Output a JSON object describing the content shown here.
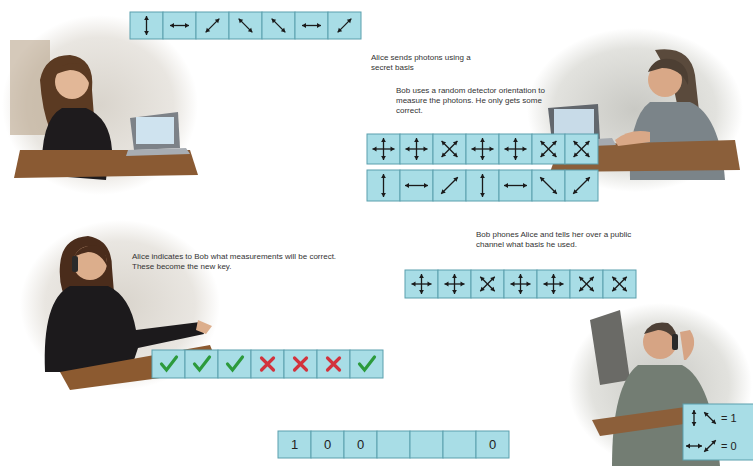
{
  "diagram": {
    "nodes": [
      {
        "text": [
          "1"
        ]
      },
      {
        "text": [
          "0"
        ]
      },
      {
        "text": [
          "0"
        ]
      },
      {
        "text": [
          "0"
        ]
      },
      {
        "text": [
          "= 1",
          "= 0"
        ]
      }
    ],
    "labels": [
      "Alice sends photons using a secret basis",
      "Bob uses a random detector orientation to measure the photons. He only gets some correct.",
      "Alice indicates to Bob what measurements will be correct. These become the new key.",
      "Bob phones Alice and tells her over a public channel what basis he used."
    ]
  }
}
